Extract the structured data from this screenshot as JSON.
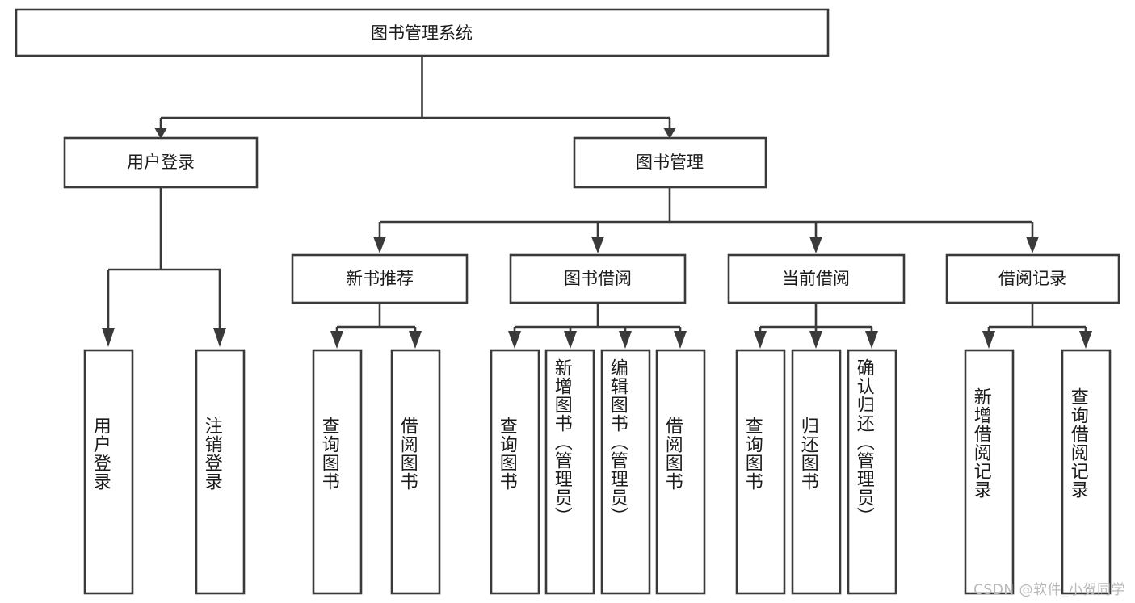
{
  "diagram": {
    "title": "图书管理系统",
    "type": "hierarchy-tree",
    "root": {
      "id": "root",
      "label": "图书管理系统",
      "level": 1
    },
    "level2": [
      {
        "id": "user-login",
        "label": "用户登录",
        "level": 2
      },
      {
        "id": "book-management",
        "label": "图书管理",
        "level": 2
      }
    ],
    "level3": [
      {
        "id": "new-book-recommend",
        "label": "新书推荐",
        "level": 3,
        "parent": "book-management"
      },
      {
        "id": "book-borrow",
        "label": "图书借阅",
        "level": 3,
        "parent": "book-management"
      },
      {
        "id": "current-borrow",
        "label": "当前借阅",
        "level": 3,
        "parent": "book-management"
      },
      {
        "id": "borrow-record",
        "label": "借阅记录",
        "level": 3,
        "parent": "book-management"
      }
    ],
    "leaves": [
      {
        "id": "leaf-user-login",
        "label": "用户登录",
        "parent": "user-login"
      },
      {
        "id": "leaf-user-logout",
        "label": "注销登录",
        "parent": "user-login"
      },
      {
        "id": "leaf-query-book-1",
        "label": "查询图书",
        "parent": "new-book-recommend"
      },
      {
        "id": "leaf-borrow-book-1",
        "label": "借阅图书",
        "parent": "new-book-recommend"
      },
      {
        "id": "leaf-query-book-2",
        "label": "查询图书",
        "parent": "book-borrow"
      },
      {
        "id": "leaf-add-book",
        "label": "新增图书（管理员）",
        "parent": "book-borrow"
      },
      {
        "id": "leaf-edit-book",
        "label": "编辑图书（管理员）",
        "parent": "book-borrow"
      },
      {
        "id": "leaf-borrow-book-2",
        "label": "借阅图书",
        "parent": "book-borrow"
      },
      {
        "id": "leaf-query-book-3",
        "label": "查询图书",
        "parent": "current-borrow"
      },
      {
        "id": "leaf-return-book",
        "label": "归还图书",
        "parent": "current-borrow"
      },
      {
        "id": "leaf-confirm-return",
        "label": "确认归还（管理员）",
        "parent": "current-borrow"
      },
      {
        "id": "leaf-add-record",
        "label": "新增借阅记录",
        "parent": "borrow-record"
      },
      {
        "id": "leaf-query-record",
        "label": "查询借阅记录",
        "parent": "borrow-record"
      }
    ]
  },
  "watermark": {
    "text": "CSDN @软件_小贺同学"
  },
  "colors": {
    "stroke": "#3a3a3a",
    "box_fill": "#ffffff",
    "text": "#1b1b1b",
    "background": "#ffffff",
    "watermark": "#b9b9b9"
  }
}
